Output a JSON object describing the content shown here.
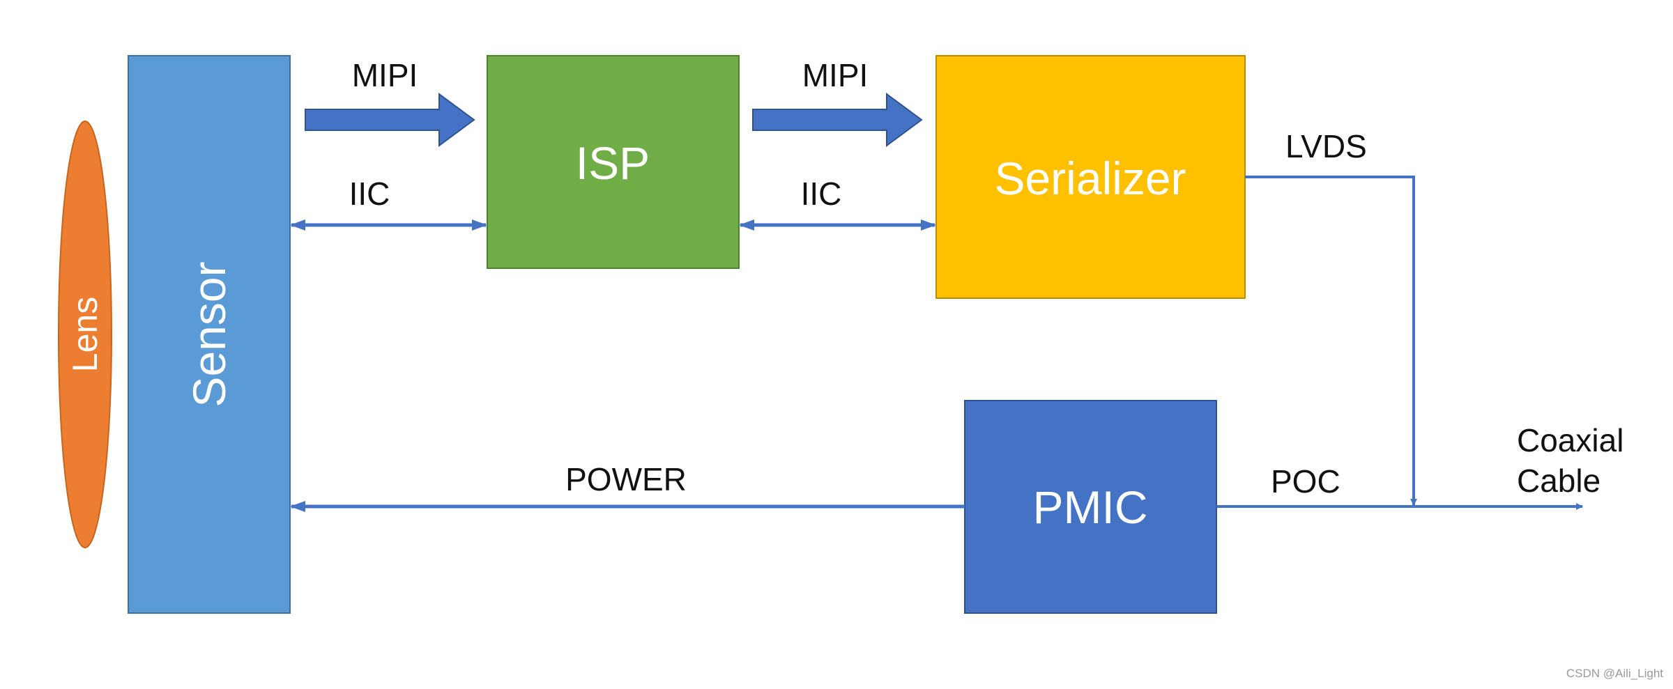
{
  "blocks": {
    "lens": "Lens",
    "sensor": "Sensor",
    "isp": "ISP",
    "serializer": "Serializer",
    "pmic": "PMIC"
  },
  "links": {
    "mipi_1": "MIPI",
    "mipi_2": "MIPI",
    "iic_1": "IIC",
    "iic_2": "IIC",
    "lvds": "LVDS",
    "power": "POWER",
    "poc": "POC",
    "cable_line1": "Coaxial",
    "cable_line2": "Cable"
  },
  "watermark": "CSDN @Aili_Light",
  "colors": {
    "lens": "#ED7D31",
    "sensor": "#5B9BD5",
    "isp": "#70AD47",
    "serializer": "#FFC000",
    "pmic": "#4472C4",
    "connector": "#4472C4"
  }
}
